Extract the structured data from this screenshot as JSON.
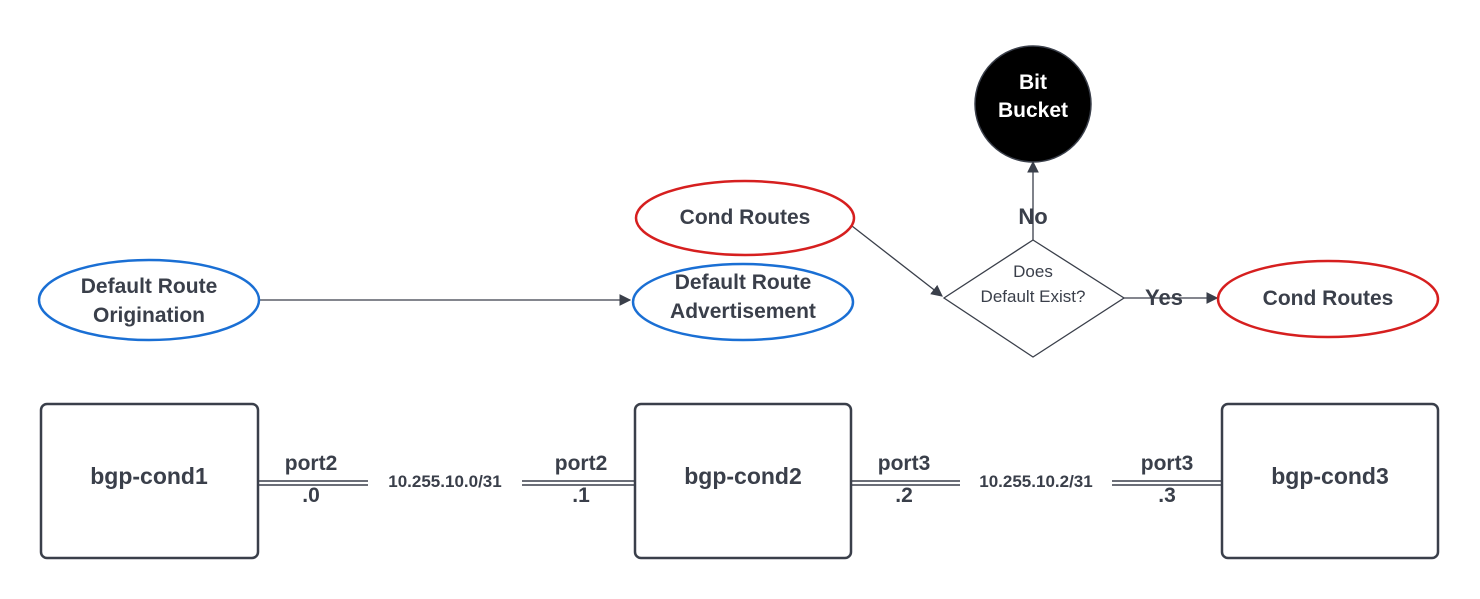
{
  "colors": {
    "ink": "#3a3f4a",
    "blue": "#1a6fd4",
    "red": "#d61f1f",
    "black": "#000000",
    "white": "#ffffff"
  },
  "nodes": {
    "default_origination": {
      "line1": "Default Route",
      "line2": "Origination"
    },
    "default_advertisement": {
      "line1": "Default Route",
      "line2": "Advertisement"
    },
    "cond_routes_top": {
      "label": "Cond Routes"
    },
    "cond_routes_right": {
      "label": "Cond Routes"
    },
    "bit_bucket": {
      "line1": "Bit",
      "line2": "Bucket"
    },
    "decision": {
      "line1": "Does",
      "line2": "Default Exist?"
    }
  },
  "edges": {
    "no_label": "No",
    "yes_label": "Yes"
  },
  "routers": {
    "r1": "bgp-cond1",
    "r2": "bgp-cond2",
    "r3": "bgp-cond3"
  },
  "links": {
    "link1": {
      "subnet": "10.255.10.0/31",
      "left_port": "port2",
      "left_addr": ".0",
      "right_port": "port2",
      "right_addr": ".1"
    },
    "link2": {
      "subnet": "10.255.10.2/31",
      "left_port": "port3",
      "left_addr": ".2",
      "right_port": "port3",
      "right_addr": ".3"
    }
  }
}
